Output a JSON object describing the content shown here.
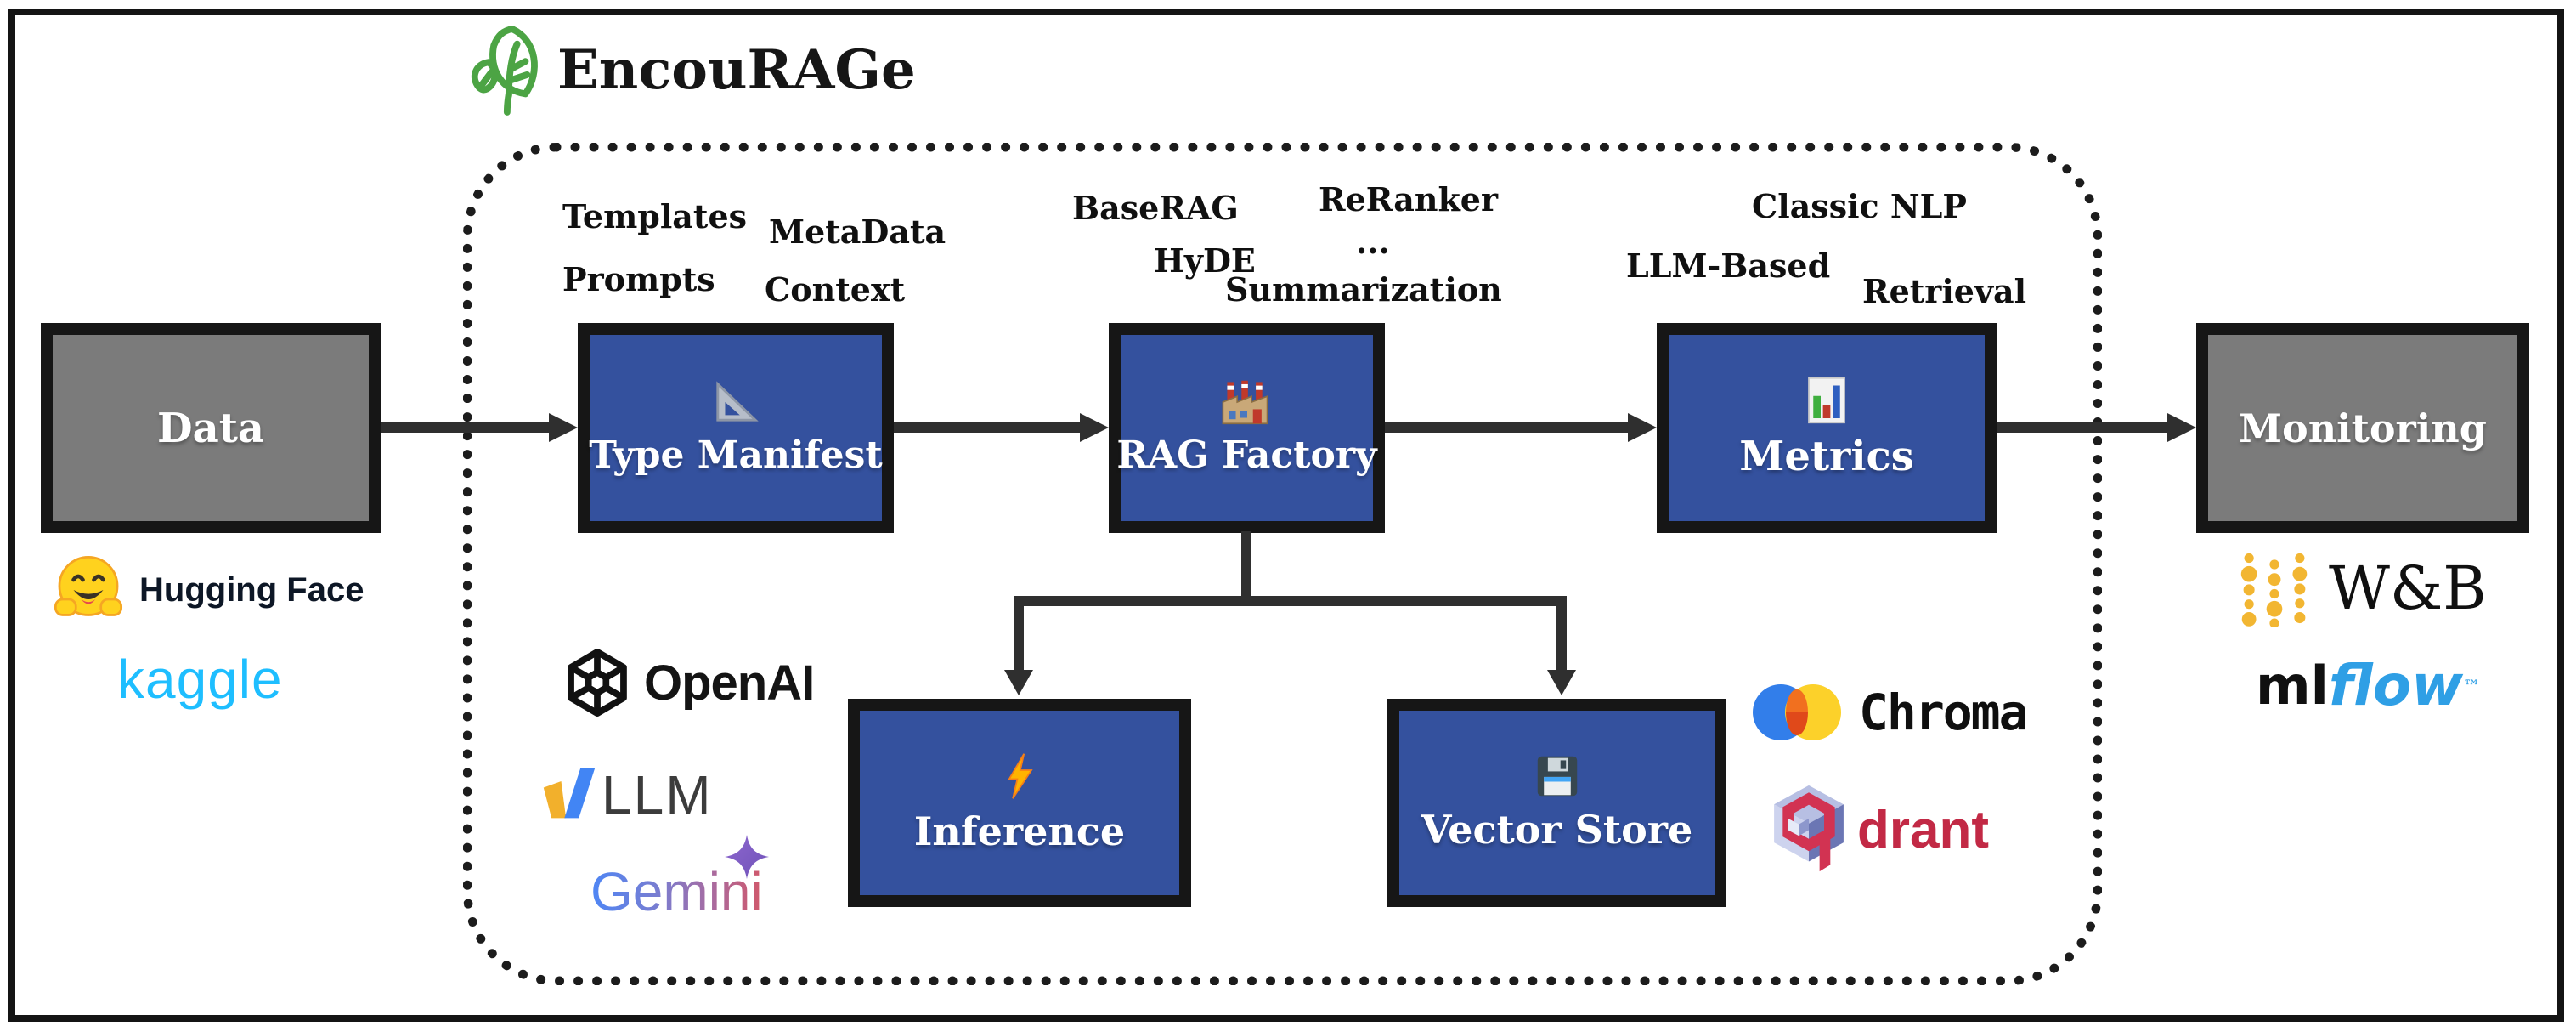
{
  "title": {
    "text": "EncouRAGe"
  },
  "pipeline": {
    "data": "Data",
    "type_manifest": "Type Manifest",
    "rag_factory": "RAG Factory",
    "metrics": "Metrics",
    "monitoring": "Monitoring",
    "inference": "Inference",
    "vector_store": "Vector Store"
  },
  "annotations": {
    "type_manifest": {
      "templates": "Templates",
      "metadata": "MetaData",
      "prompts": "Prompts",
      "context": "Context"
    },
    "rag_factory": {
      "baserag": "BaseRAG",
      "reranker": "ReRanker",
      "hyde": "HyDE",
      "ellipsis": "...",
      "summarization": "Summarization"
    },
    "metrics": {
      "classic_nlp": "Classic NLP",
      "llm_based": "LLM-Based",
      "retrieval": "Retrieval"
    }
  },
  "logos": {
    "hugging_face": "Hugging Face",
    "kaggle": "kaggle",
    "openai": "OpenAI",
    "vllm": "LLM",
    "gemini": "Gemini",
    "chroma": "Chroma",
    "qdrant": "drant",
    "wandb": "W&B",
    "mlflow_ml": "ml",
    "mlflow_flow": "flow",
    "mlflow_tm": "™"
  },
  "colors": {
    "node_blue": "#34519e",
    "node_gray": "#7b7b7b",
    "border_black": "#141414",
    "arrow": "#2f2f2f",
    "leaf_green": "#4ca444",
    "kaggle_blue": "#1ebeff",
    "qdrant_red": "#c22945",
    "mlflow_blue": "#2f9fe5",
    "wandb_gold": "#f2b632",
    "chroma_palette": [
      "#327eea",
      "#f1701f",
      "#fcd12a"
    ],
    "gemini_gradient": [
      "#4e86f5",
      "#9b72cb",
      "#d1586a"
    ]
  }
}
